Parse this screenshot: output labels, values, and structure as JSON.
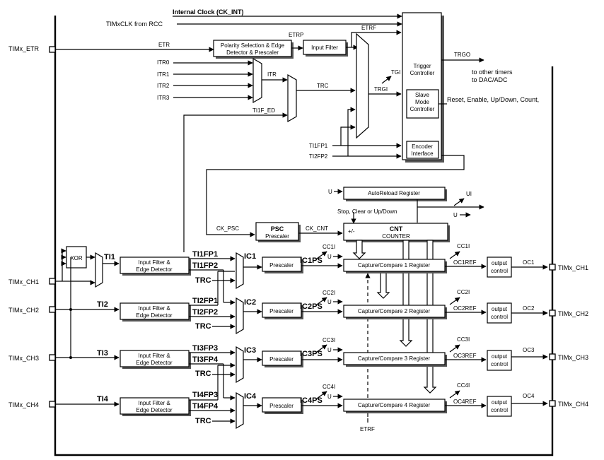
{
  "clock": {
    "internal": "Internal Clock (CK_INT)",
    "rcc": "TIMxCLK from RCC"
  },
  "etr": {
    "pin": "TIMx_ETR",
    "etr_label": "ETR",
    "polarity_line1": "Polarity Selection & Edge",
    "polarity_line2": "Detector & Prescaler",
    "etrp": "ETRP",
    "input_filter": "Input Filter",
    "etrf": "ETRF",
    "etrf_bottom": "ETRF"
  },
  "itr": {
    "itr0": "ITR0",
    "itr1": "ITR1",
    "itr2": "ITR2",
    "itr3": "ITR3",
    "itr": "ITR",
    "trc": "TRC",
    "ti1f_ed": "TI1F_ED",
    "tgi": "TGI",
    "trgi": "TRGI",
    "ti1fp1": "TI1FP1",
    "ti2fp2": "TI2FP2"
  },
  "controller": {
    "trigger_line1": "Trigger",
    "trigger_line2": "Controller",
    "trgo": "TRGO",
    "to_other_line1": "to other timers",
    "to_other_line2": "to DAC/ADC",
    "slave_line1": "Slave",
    "slave_line2": "Mode",
    "slave_line3": "Controller",
    "reset_text": "Reset, Enable, Up/Down, Count,",
    "encoder_line1": "Encoder",
    "encoder_line2": "Interface"
  },
  "counter": {
    "u_autoreload": "U",
    "autoreload": "AutoReload Register",
    "ui": "UI",
    "u_right": "U",
    "stop_clear": "Stop, Clear or Up/Down",
    "ck_psc": "CK_PSC",
    "psc_line1": "PSC",
    "psc_line2": "Prescaler",
    "ck_cnt": "CK_CNT",
    "plusminus": "+/-",
    "cnt_line1": "CNT",
    "cnt_line2": "COUNTER"
  },
  "xor": "XOR",
  "input_filter_line1": "Input Filter &",
  "input_filter_line2": "Edge Detector",
  "prescaler": "Prescaler",
  "output_line1": "output",
  "output_line2": "control",
  "channels": [
    {
      "pin": "TIMx_CH1",
      "ti": "TI1",
      "fpa": "TI1FP1",
      "fpb": "TI1FP2",
      "trc": "TRC",
      "ic": "IC1",
      "icps": "IC1PS",
      "u": "U",
      "cci": "CC1I",
      "cci_out": "CC1I",
      "register": "Capture/Compare 1 Register",
      "ocref": "OC1REF",
      "oc": "OC1",
      "out_pin": "TIMx_CH1"
    },
    {
      "pin": "TIMx_CH2",
      "ti": "TI2",
      "fpa": "TI2FP1",
      "fpb": "TI2FP2",
      "trc": "TRC",
      "ic": "IC2",
      "icps": "IC2PS",
      "u": "U",
      "cci": "CC2I",
      "cci_out": "CC2I",
      "register": "Capture/Compare 2 Register",
      "ocref": "OC2REF",
      "oc": "OC2",
      "out_pin": "TIMx_CH2"
    },
    {
      "pin": "TIMx_CH3",
      "ti": "TI3",
      "fpa": "TI3FP3",
      "fpb": "TI3FP4",
      "trc": "TRC",
      "ic": "IC3",
      "icps": "IC3PS",
      "u": "U",
      "cci": "CC3I",
      "cci_out": "CC3I",
      "register": "Capture/Compare 3 Register",
      "ocref": "OC3REF",
      "oc": "OC3",
      "out_pin": "TIMx_CH3"
    },
    {
      "pin": "TIMx_CH4",
      "ti": "TI4",
      "fpa": "TI4FP3",
      "fpb": "TI4FP4",
      "trc": "TRC",
      "ic": "IC4",
      "icps": "IC4PS",
      "u": "U",
      "cci": "CC4I",
      "cci_out": "CC4I",
      "register": "Capture/Compare 4 Register",
      "ocref": "OC4REF",
      "oc": "OC4",
      "out_pin": "TIMx_CH4"
    }
  ]
}
